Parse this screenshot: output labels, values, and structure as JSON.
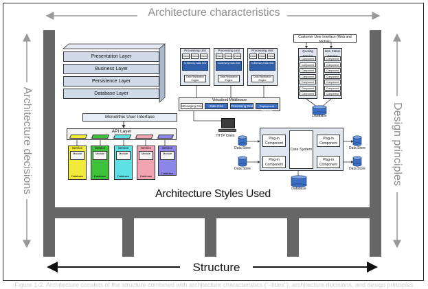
{
  "title_top": "Architecture characteristics",
  "label_left": "Architecture decisions",
  "label_right": "Design principles",
  "label_bottom": "Structure",
  "center_label": "Architecture Styles Used",
  "caption": "Figure 1-2. Architecture consists of the structure combined with architecture characteristics (\"-ilities\"), architecture decisions, and design principles",
  "layered": {
    "layers": [
      "Presentation Layer",
      "Business Layer",
      "Persistence Layer",
      "Database Layer"
    ]
  },
  "microservices": {
    "ui": "Monolithic User Interface",
    "api": "API Layer",
    "service": "Service",
    "module": "Module",
    "database": "Database"
  },
  "space_based": {
    "unit": "Processing Unit",
    "module": "Class",
    "cache": "In-Memory Data Grid",
    "replication": "Data Replication Engine",
    "middleware": "Virtualized Middleware",
    "grid": [
      "Messaging Grid",
      "Data Grid",
      "Processing Grid",
      "Deployment Manager"
    ],
    "client": "HTTP Client"
  },
  "service_based": {
    "ui": "Customer User Interface (Web and Mobile)",
    "services": [
      "Quoting Service",
      "Item Status Service"
    ],
    "component": "Component",
    "database": "Database"
  },
  "microkernel": {
    "core": "Core System",
    "plugin": "Plug-in Component",
    "datastore": "Data Store",
    "database": "Database"
  }
}
